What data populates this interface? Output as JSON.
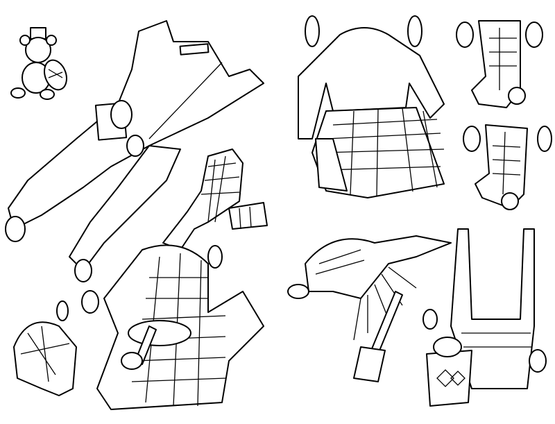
{
  "colors": {
    "ink": "#000000",
    "paper": "#ffffff"
  },
  "items": [
    "teddy-drummer",
    "overalls",
    "plaid-scarf",
    "sweater-and-kilt",
    "stocking-1",
    "stocking-2",
    "straw-hat",
    "shovel",
    "swimsuit",
    "bucket",
    "apron-with-bowl",
    "pith-helmet"
  ]
}
